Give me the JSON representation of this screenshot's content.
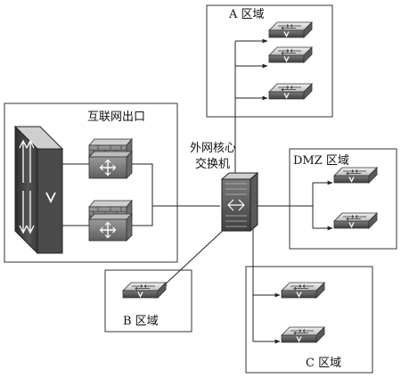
{
  "zones": {
    "a": {
      "label": "A 区域"
    },
    "b": {
      "label": "B 区域"
    },
    "c": {
      "label": "C 区域"
    },
    "dmz": {
      "label": "DMZ 区域"
    },
    "internet": {
      "label": "互联网出口"
    }
  },
  "core": {
    "label_line1": "外网核心",
    "label_line2": "交换机"
  }
}
